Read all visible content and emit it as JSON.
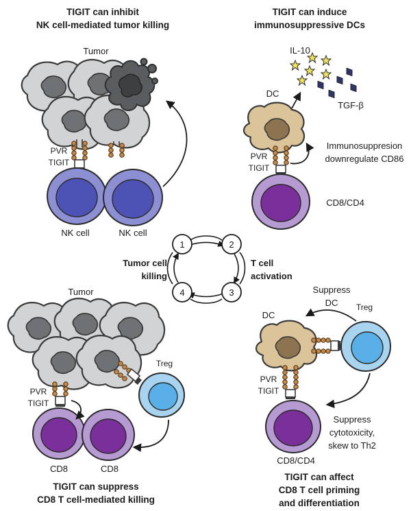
{
  "panels": {
    "top_left": {
      "title_line1": "TIGIT can inhibit",
      "title_line2": "NK cell-mediated tumor killing",
      "tumor_label": "Tumor",
      "pvr_label": "PVR",
      "tigit_label": "TIGIT",
      "nk_cell_1": "NK cell",
      "nk_cell_2": "NK cell"
    },
    "top_right": {
      "title_line1": "TIGIT can induce",
      "title_line2": "immunosuppressive DCs",
      "il10_label": "IL-10",
      "tgfb_label": "TGF-β",
      "dc_label": "DC",
      "pvr_label": "PVR",
      "tigit_label": "TIGIT",
      "note_line1": "Immunosuppresion",
      "note_line2": "downregulate CD86",
      "cd8cd4_label": "CD8/CD4"
    },
    "center": {
      "nodes": [
        "1",
        "2",
        "3",
        "4"
      ],
      "left_line1": "Tumor cell",
      "left_line2": "killing",
      "right_line1": "T cell",
      "right_line2": "activation"
    },
    "bottom_left": {
      "tumor_label": "Tumor",
      "treg_label": "Treg",
      "pvr_label": "PVR",
      "tigit_label": "TIGIT",
      "cd8_1": "CD8",
      "cd8_2": "CD8",
      "title_line1": "TIGIT can suppress",
      "title_line2": "CD8 T cell-mediated killing"
    },
    "bottom_right": {
      "suppress_line1": "Suppress",
      "suppress_line2": "DC",
      "dc_label": "DC",
      "treg_label": "Treg",
      "pvr_label": "PVR",
      "tigit_label": "TIGIT",
      "note_line1": "Suppress",
      "note_line2": "cytotoxicity,",
      "note_line3": "skew to Th2",
      "cd8cd4_label": "CD8/CD4",
      "title_line1": "TIGIT can affect",
      "title_line2": "CD8 T cell priming",
      "title_line3": "and differentiation"
    }
  },
  "colors": {
    "tumor": "#d2d3d5",
    "nk_cell": "#8d8fd3",
    "nk_nucleus": "#4d53b5",
    "cd8": "#b69ad2",
    "cd8_nucleus": "#7a2f9b",
    "treg": "#a9d4ef",
    "treg_nucleus": "#5ab0e6",
    "dc": "#dcc49a",
    "receptor_bead": "#c58a4a",
    "star": "#f1e35a",
    "tgf_beta": "#2f3566"
  }
}
